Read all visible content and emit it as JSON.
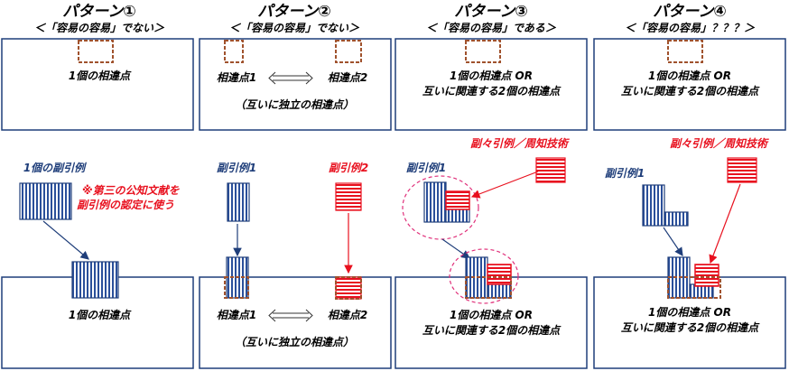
{
  "patterns": [
    {
      "title": "パターン①",
      "subtitle": "＜「容易の容易」でない＞",
      "top_texts": [
        "1個の相違点"
      ],
      "citation_label": "1個の副引例",
      "citation_note": [
        "※第三の公知文献を",
        "副引例の認定に使う"
      ],
      "bottom_texts": [
        "1個の相違点"
      ]
    },
    {
      "title": "パターン②",
      "subtitle": "＜「容易の容易」でない＞",
      "diff1": "相違点1",
      "diff2": "相違点2",
      "independent": "（互いに独立の相違点）",
      "citation1": "副引例1",
      "citation2": "副引例2",
      "bottom_diff1": "相違点1",
      "bottom_diff2": "相違点2",
      "bottom_independent": "（互いに独立の相違点）"
    },
    {
      "title": "パターン③",
      "subtitle": "＜「容易の容易」である＞",
      "top_line1": "1個の相違点 OR",
      "top_line2": "互いに関連する2個の相違点",
      "secondary_label": "副々引例／周知技術",
      "citation_label": "副引例1",
      "bottom_line1": "1個の相違点 OR",
      "bottom_line2": "互いに関連する2個の相違点"
    },
    {
      "title": "パターン④",
      "subtitle": "＜「容易の容易」？？？＞",
      "top_line1": "1個の相違点 OR",
      "top_line2": "互いに関連する2個の相違点",
      "secondary_label": "副々引例／周知技術",
      "citation_label": "副引例1",
      "bottom_line1": "1個の相違点 OR",
      "bottom_line2": "互いに関連する2個の相違点"
    }
  ],
  "colors": {
    "blue": "#1f3e7a",
    "red": "#e8101e",
    "dashed_brown": "#a0522d",
    "ellipse_pink": "#e0307a",
    "box_border": "#1f3e7a"
  }
}
